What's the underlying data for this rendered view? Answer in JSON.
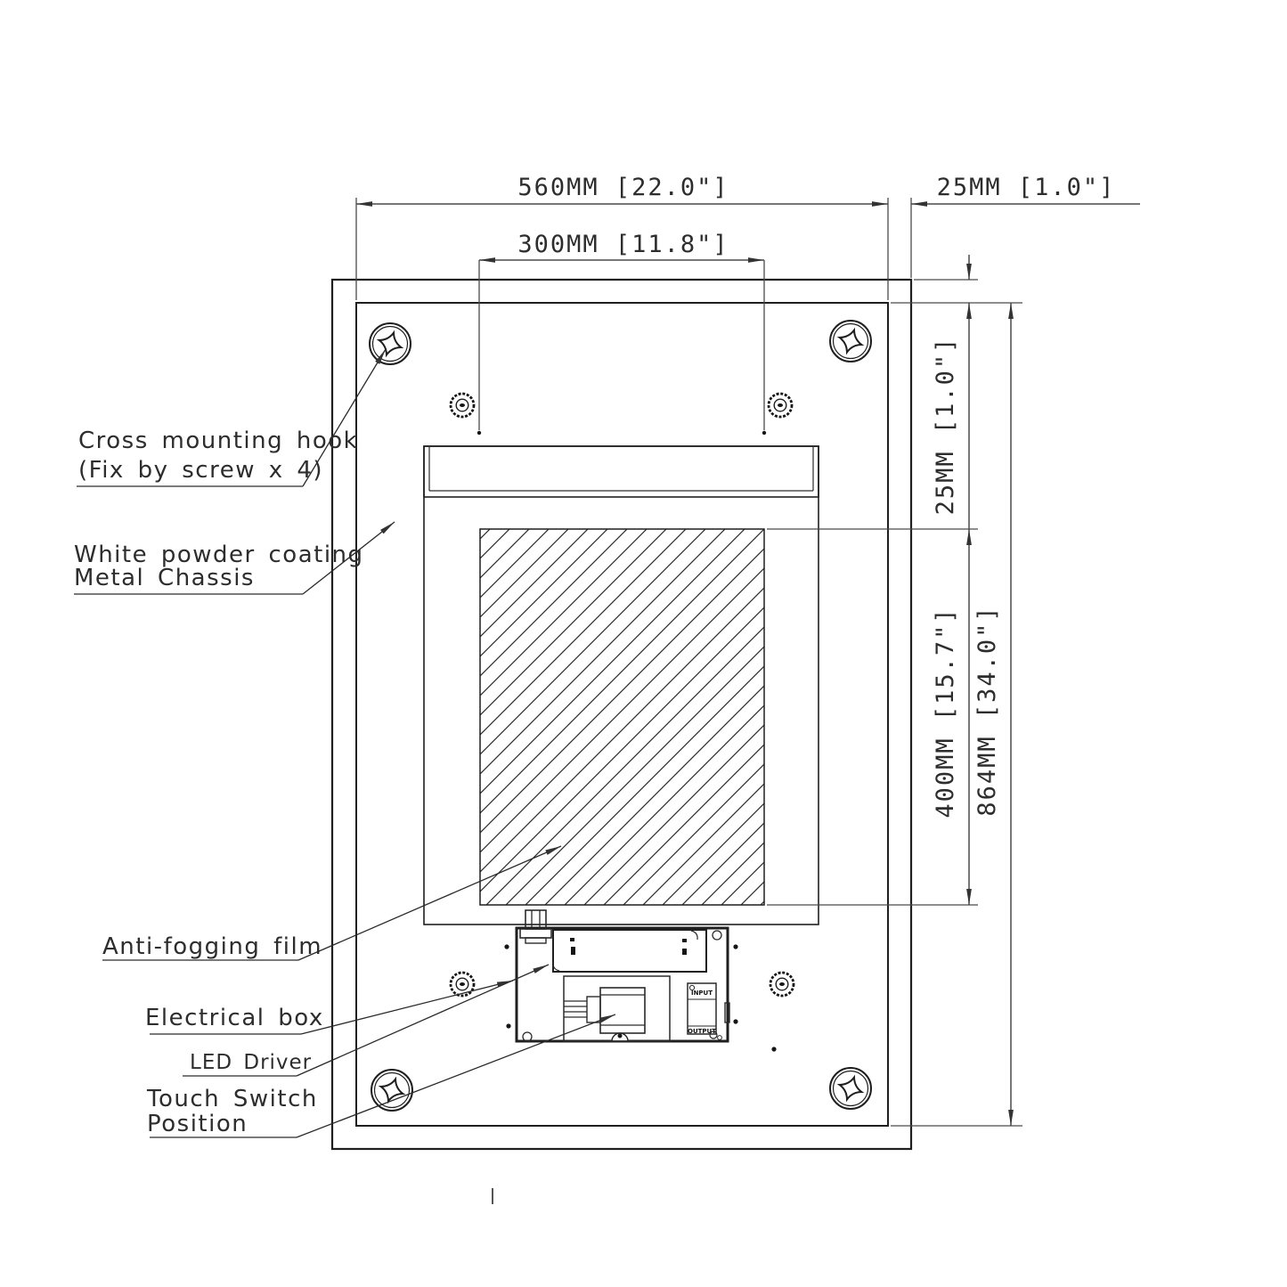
{
  "drawing": {
    "dims": {
      "top_width": "560MM [22.0\"]",
      "top_offset": "25MM [1.0\"]",
      "inner_width": "300MM [11.8\"]",
      "side_offset": "25MM [1.0\"]",
      "film_height": "400MM [15.7\"]",
      "total_height": "864MM [34.0\"]"
    },
    "labels": {
      "mounting_hook_line1": "Cross mounting hook",
      "mounting_hook_line2": "(Fix by screw x 4)",
      "chassis_line1": "White powder coating",
      "chassis_line2": "Metal Chassis",
      "film": "Anti-fogging film",
      "electrical_box": "Electrical box",
      "led_driver": "LED Driver",
      "touch_switch_line1": "Touch Switch",
      "touch_switch_line2": "Position"
    },
    "electrical": {
      "input": "INPUT",
      "output": "OUTPUT"
    },
    "colors": {
      "line": "#1f1f1f",
      "dimension_line": "#4a4a4a",
      "background": "#ffffff"
    }
  }
}
